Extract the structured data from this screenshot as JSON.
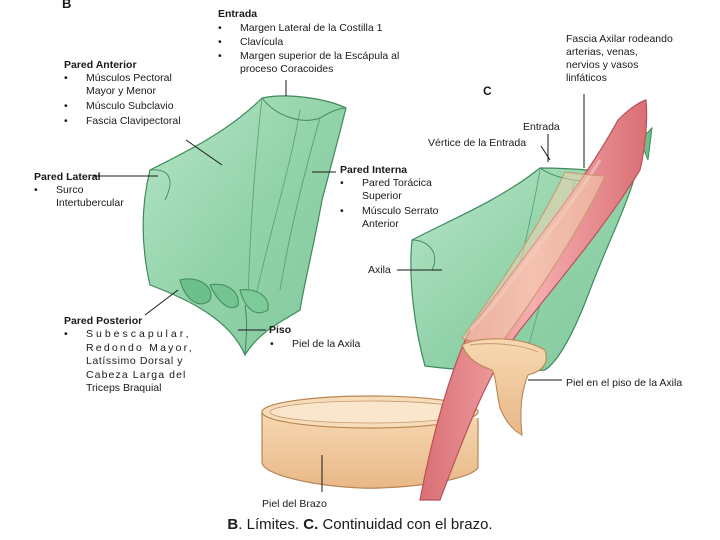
{
  "panel_b": "B",
  "panel_c": "C",
  "entrada_b": {
    "title": "Entrada",
    "items": [
      "Margen Lateral de la Costilla 1",
      "Clavícula",
      "Margen superior de la Escápula al",
      "proceso Coracoides"
    ]
  },
  "pared_anterior": {
    "title": "Pared Anterior",
    "items": [
      "Músculos Pectoral",
      "Mayor y Menor",
      "Músculo Subclavio",
      "Fascia Clavipectoral"
    ]
  },
  "pared_lateral": {
    "title": "Pared Lateral",
    "items": [
      "Surco",
      "Intertubercular"
    ]
  },
  "pared_interna": {
    "title": "Pared Interna",
    "items": [
      "Pared Torácica",
      "Superior",
      "Músculo Serrato",
      "Anterior"
    ]
  },
  "pared_posterior": {
    "title": "Pared Posterior",
    "lines": [
      "Subescapular,",
      "Redondo Mayor,",
      "Latíssimo Dorsal y",
      "Cabeza Larga del",
      "Triceps Braquial"
    ]
  },
  "piso": {
    "title": "Piso",
    "items": [
      "Piel de la Axila"
    ]
  },
  "fascia": [
    "Fascia Axilar rodeando",
    "arterias, venas,",
    "nervios y vasos",
    "linfáticos"
  ],
  "entrada_c": "Entrada",
  "vertice": "Vértice de la Entrada",
  "axila": "Axila",
  "piel_piso": "Piel en el piso de la Axila",
  "piel_brazo": "Piel del Brazo",
  "caption": {
    "b_letter": "B",
    "b_text": ". Límites.",
    "c_letter": "C.",
    "c_text": " Continuidad con el brazo."
  },
  "colors": {
    "green_fill": "#8fd3a8",
    "green_stroke": "#3f8a5c",
    "pink": "#e98a8c",
    "tan": "#f0c79a"
  }
}
